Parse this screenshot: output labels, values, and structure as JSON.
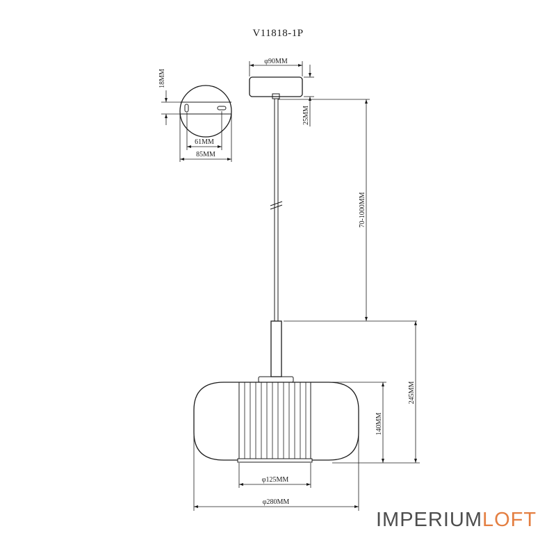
{
  "title": "V11818-1P",
  "dimensions": {
    "canopy_diameter": "φ90MM",
    "canopy_height": "25MM",
    "mount_offset": "18MM",
    "hole_spacing": "61MM",
    "mount_diameter": "85MM",
    "cord_length": "70-1000MM",
    "total_height": "245MM",
    "shade_height": "140MM",
    "inner_diameter": "φ125MM",
    "shade_diameter": "φ280MM"
  },
  "brand": {
    "part1": "IMPERIUM",
    "part2": "LOFT",
    "color_main": "#4d4d4d",
    "color_accent": "#e47f42"
  }
}
